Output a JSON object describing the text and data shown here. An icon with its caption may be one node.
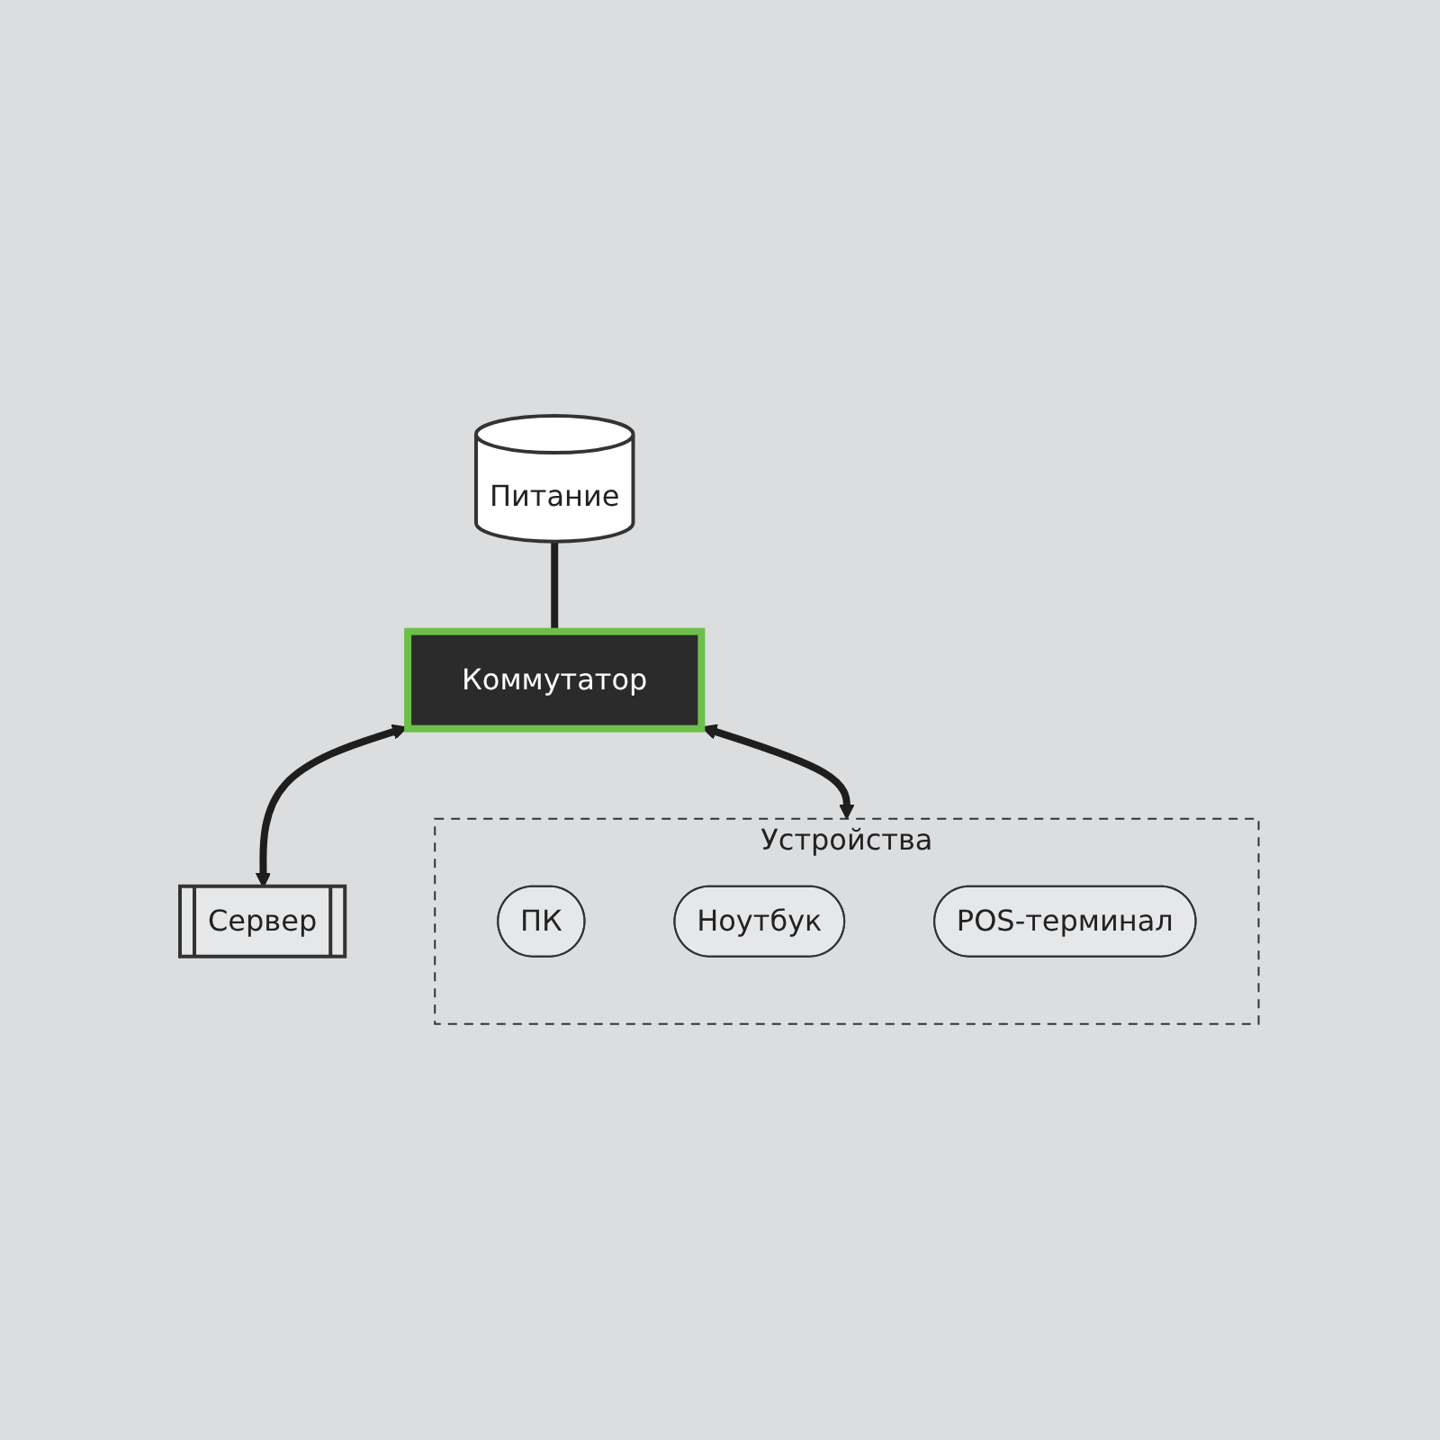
{
  "diagram": {
    "nodes": [
      {
        "text": [
          "Питание"
        ]
      },
      {
        "text": [
          "Коммутатор"
        ]
      },
      {
        "text": [
          "Устройства"
        ]
      },
      {
        "text": [
          "ПК"
        ],
        "in": 2
      },
      {
        "text": [
          "Ноутбук"
        ],
        "in": 2
      },
      {
        "text": [
          "POS-терминал"
        ],
        "in": 2
      },
      {
        "text": [
          "Сервер"
        ]
      }
    ],
    "edges": [
      {
        "from": 0,
        "to": 1,
        "arrow": "none"
      },
      {
        "from": 1,
        "to": 2,
        "arrow": "both"
      },
      {
        "from": 1,
        "to": 6,
        "arrow": "both"
      }
    ]
  }
}
